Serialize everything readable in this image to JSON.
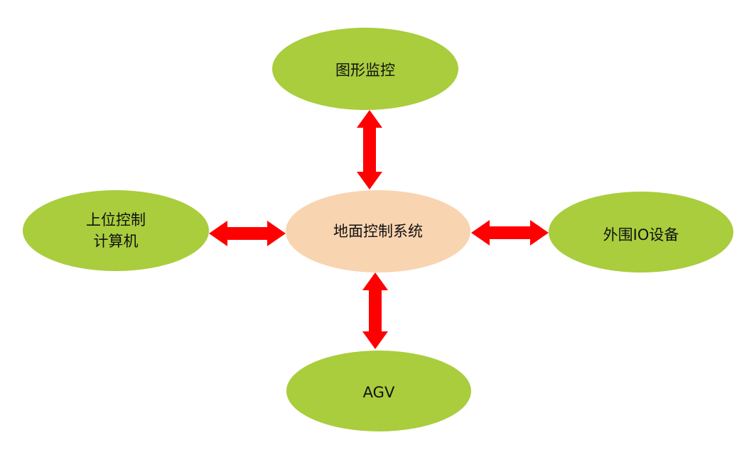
{
  "nodes": {
    "center": "地面控制系统",
    "top": "图形监控",
    "left": "上位控制\n计算机",
    "right": "外围IO设备",
    "bottom": "AGV"
  },
  "colors": {
    "outer": "#a9cd3d",
    "center": "#f9d4b0",
    "arrow": "#ff0000"
  }
}
